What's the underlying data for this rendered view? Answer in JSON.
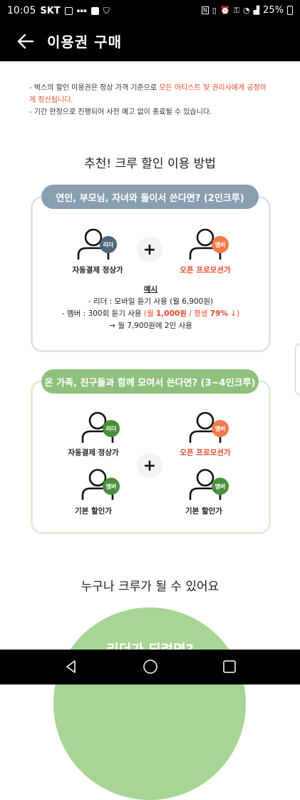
{
  "status": {
    "time": "10:05",
    "carrier": "SKT",
    "battery": "25%"
  },
  "header": {
    "title": "이용권 구매"
  },
  "notice": {
    "line1_prefix": "- 벅스의 할인 이용권은 정상 가격 기준으로 ",
    "line1_highlight": "모든 아티스트 및 권리사에게 공정하게 정산됩니다.",
    "line2": "- 기간 한정으로 진행되어 사전 예고 없이 종료될 수 있습니다."
  },
  "recommend": {
    "title": "추천! 크루 할인 이용 방법",
    "card1": {
      "pill": "연인, 부모님, 자녀와 둘이서 쓴다면? (2인크루)",
      "leader_badge": "리더",
      "member_badge": "멤버",
      "leader_label": "자동결제 정상가",
      "member_label": "오픈 프로모션가",
      "plus": "+",
      "example_title": "예시",
      "example_line1": "- 리더 : 모바일 듣기 사용 (월 6,900원)",
      "example_line2_prefix": "- 멤버 : 300회 듣기 사용 ",
      "example_line2_p1": "(월 ",
      "example_line2_bold1": "1,000원",
      "example_line2_p2": " / 평생 ",
      "example_line2_bold2": "79%",
      "example_line2_p3": " ↓)",
      "example_line3": "→ 월 7,900원에 2인 사용"
    },
    "card2": {
      "pill": "온 가족, 친구들과 함께 모여서 쓴다면? (3~4인크루)",
      "leader_badge": "리더",
      "member_badge": "멤버",
      "leader_label": "자동결제 정상가",
      "promo_label": "오픈 프로모션가",
      "basic_label_left": "기본 할인가",
      "basic_label_right": "기본 할인가",
      "plus": "+"
    }
  },
  "anyone": {
    "title": "누구나 크루가 될 수 있어요",
    "circle_text": "리더가 되려면?"
  },
  "colors": {
    "accent_red": "#e8492b",
    "slate": "#8a9eaf",
    "green": "#90c07e",
    "leader_badge": "#506779",
    "member_badge": "#f07a4a",
    "green_badge": "#4a8f3a"
  }
}
